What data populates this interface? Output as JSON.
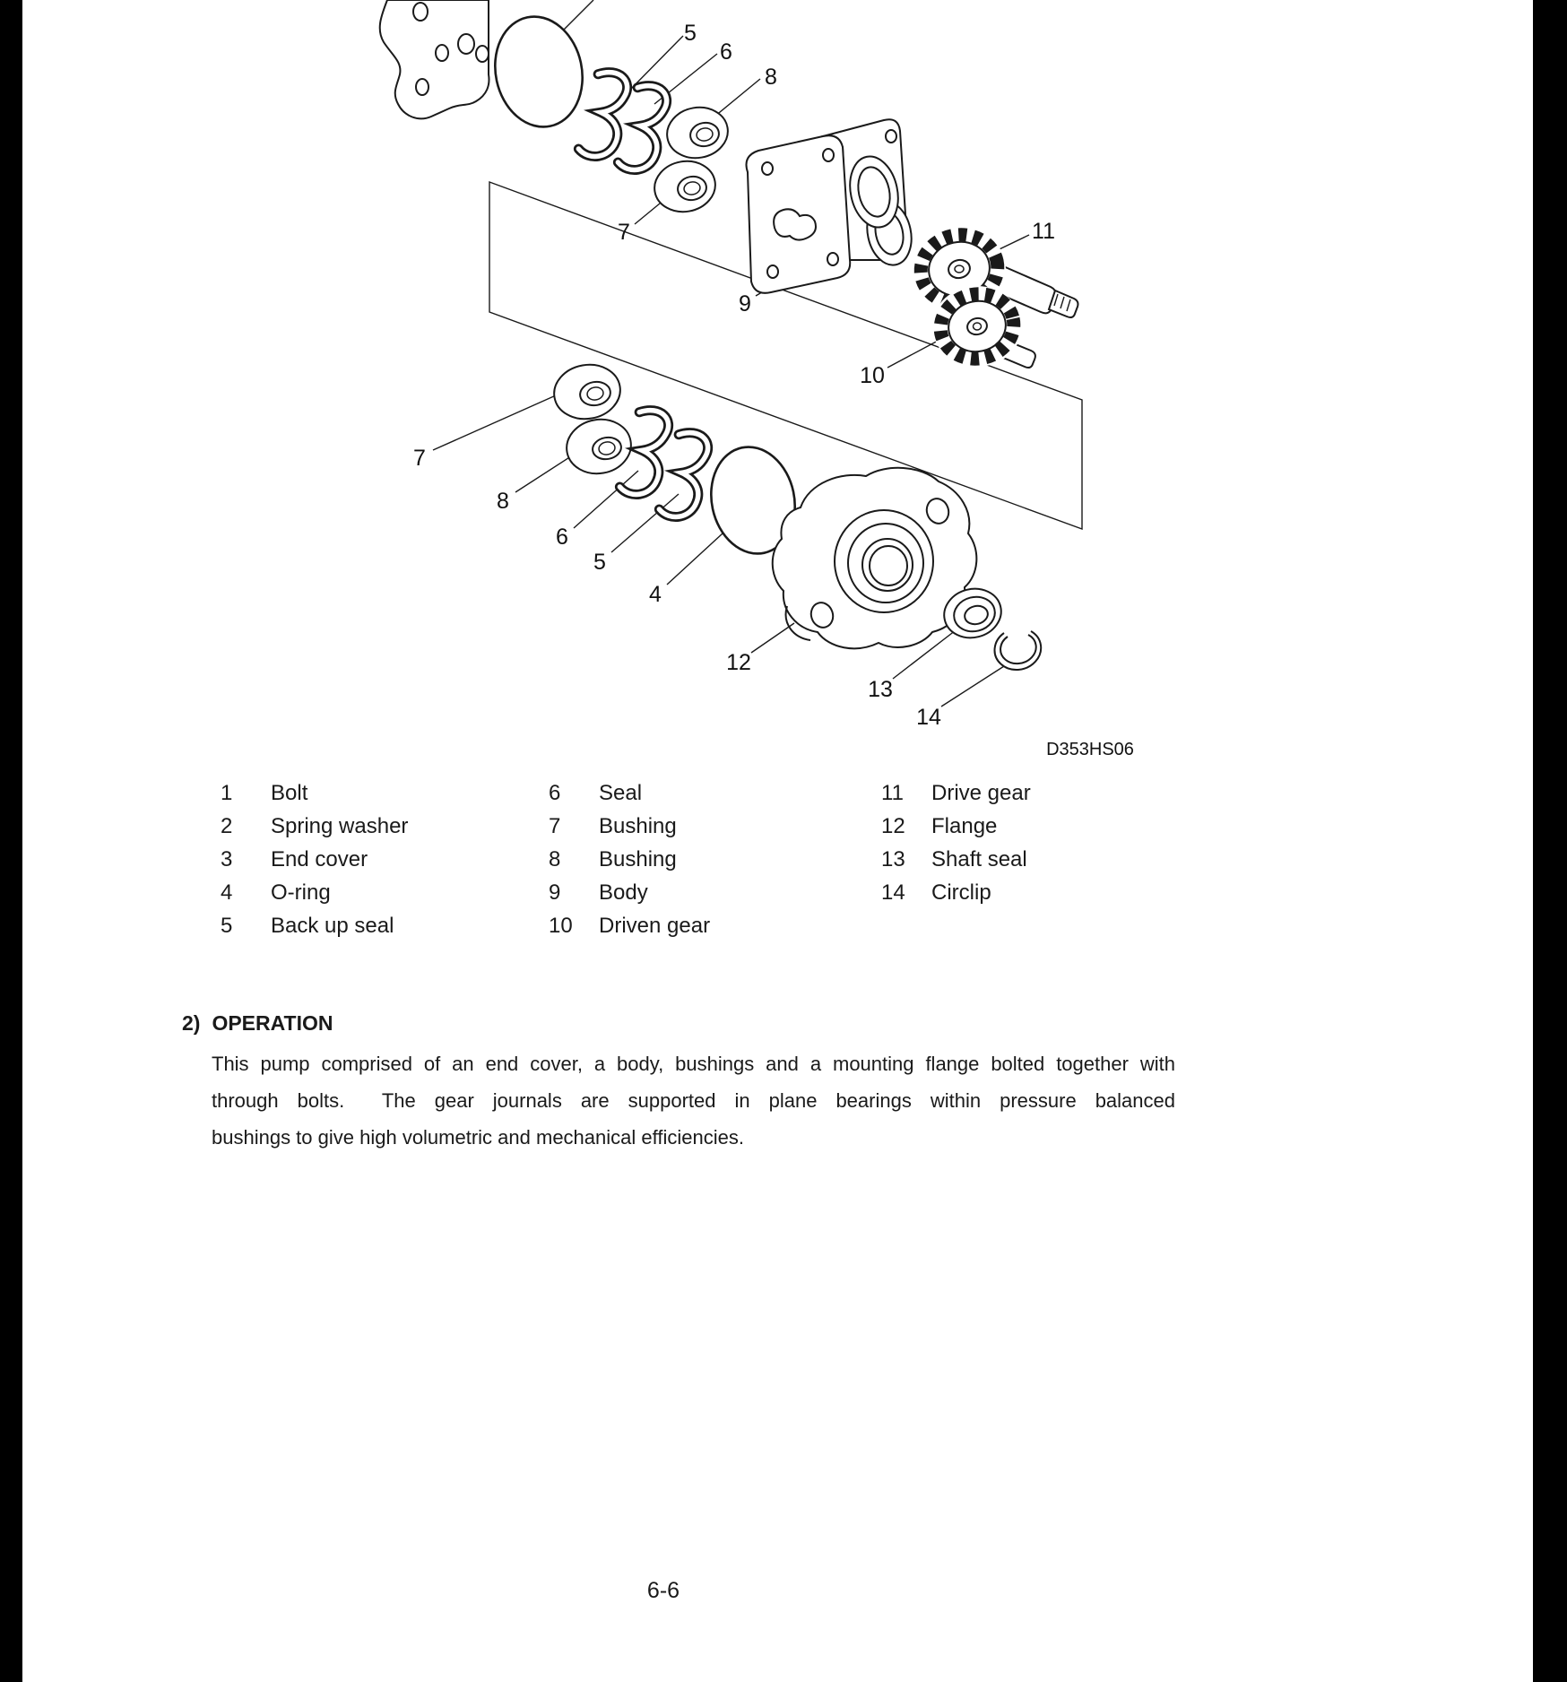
{
  "document": {
    "figure_code": "D353HS06",
    "page_number": "6-6"
  },
  "colors": {
    "ink": "#1a1a1a",
    "paper": "#ffffff",
    "side_bars": "#000000"
  },
  "callouts": {
    "top_5": "5",
    "top_6": "6",
    "top_8": "8",
    "top_7": "7",
    "body_9": "9",
    "gear_11": "11",
    "gear_10": "10",
    "bot_7": "7",
    "bot_8": "8",
    "bot_6": "6",
    "bot_5": "5",
    "oring_4": "4",
    "flange_12": "12",
    "seal_13": "13",
    "circlip_14": "14"
  },
  "parts": {
    "col1": [
      {
        "num": "1",
        "label": "Bolt"
      },
      {
        "num": "2",
        "label": "Spring washer"
      },
      {
        "num": "3",
        "label": "End cover"
      },
      {
        "num": "4",
        "label": "O-ring"
      },
      {
        "num": "5",
        "label": "Back up seal"
      }
    ],
    "col2": [
      {
        "num": "6",
        "label": "Seal"
      },
      {
        "num": "7",
        "label": "Bushing"
      },
      {
        "num": "8",
        "label": "Bushing"
      },
      {
        "num": "9",
        "label": "Body"
      },
      {
        "num": "10",
        "label": "Driven gear"
      }
    ],
    "col3": [
      {
        "num": "11",
        "label": "Drive gear"
      },
      {
        "num": "12",
        "label": "Flange"
      },
      {
        "num": "13",
        "label": "Shaft seal"
      },
      {
        "num": "14",
        "label": "Circlip"
      }
    ]
  },
  "operation": {
    "heading_number": "2)",
    "heading_title": "OPERATION",
    "line1": "This pump comprised of an end cover, a body, bushings and a mounting flange bolted together with",
    "line2": "through bolts.  The gear journals are supported in plane bearings within pressure balanced",
    "line3": "bushings to give high volumetric and mechanical efficiencies."
  }
}
